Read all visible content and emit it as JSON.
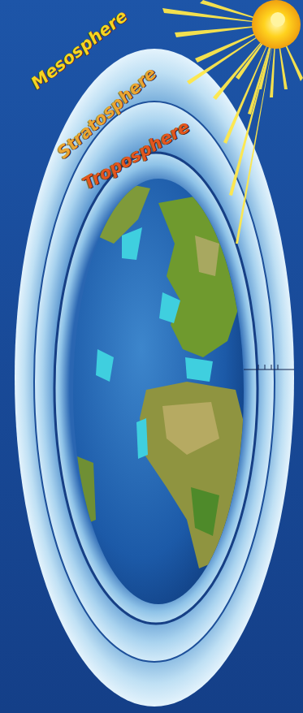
{
  "diagram": {
    "nodes": [
      {
        "text": [
          "Mesosphere"
        ]
      },
      {
        "text": [
          "Stratosphere"
        ],
        "in": 0
      },
      {
        "text": [
          "Troposphere"
        ],
        "in": 1
      }
    ]
  }
}
